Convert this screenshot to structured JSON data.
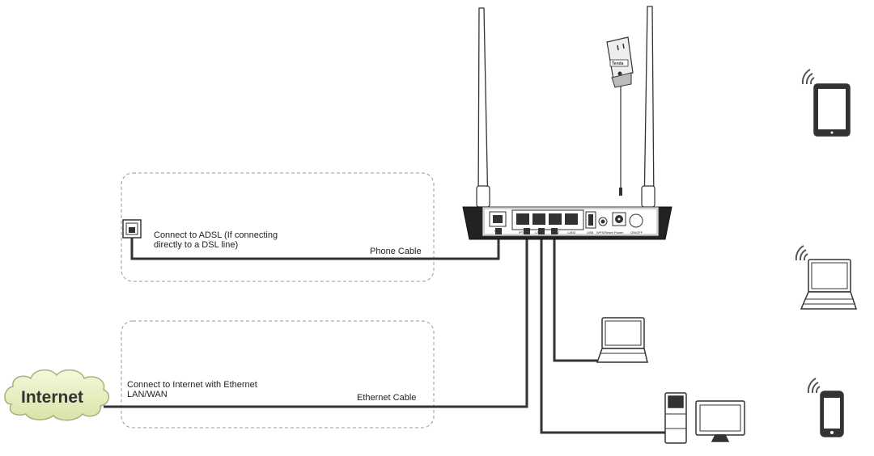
{
  "labels": {
    "adsl": "Connect to ADSL (If connecting\ndirectly to a DSL line)",
    "internet_connect": "Connect to Internet with Ethernet\nLAN/WAN",
    "phone_cable": "Phone Cable",
    "ethernet_cable": "Ethernet Cable",
    "internet_cloud": "Internet",
    "adapter_brand": "Tenda"
  },
  "router_ports": {
    "dsl": "DSL",
    "iptv": "IPTV",
    "lan1": "LAN1",
    "lan2": "LAN2",
    "lan3": "LAN3",
    "usb": "USB",
    "wps_reset": "WPS/Reset",
    "power": "Power",
    "on_off": "ON/OFF"
  },
  "icons": [
    "internet-cloud-icon",
    "phone-jack-icon",
    "router-icon",
    "power-adapter-icon",
    "laptop-icon",
    "desktop-pc-icon",
    "tablet-icon",
    "smartphone-icon",
    "wifi-signal-icon"
  ],
  "colors": {
    "line": "#333333",
    "dashed": "#999999",
    "cloud_fill": "#e8f0c0"
  }
}
